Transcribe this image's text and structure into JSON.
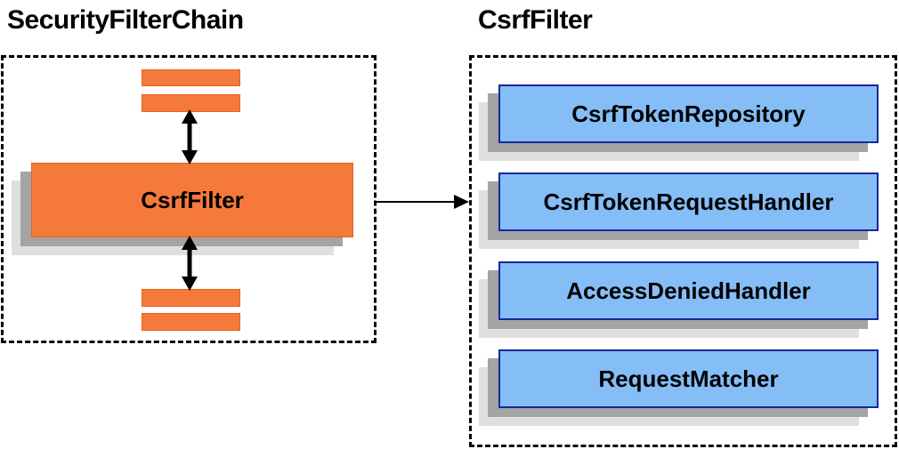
{
  "colors": {
    "background": "#FFFFFF",
    "orange_fill": "#F4793B",
    "orange_border": "#E2631D",
    "blue_fill": "#85BEF7",
    "blue_border": "#16289E",
    "shadow_dark": "#A4A4A4",
    "shadow_light": "#DFDFDF",
    "arrow_black": "#000000"
  },
  "left_panel": {
    "title": "SecurityFilterChain",
    "csrf_filter_label": "CsrfFilter"
  },
  "right_panel": {
    "title": "CsrfFilter",
    "components": [
      {
        "label": "CsrfTokenRepository"
      },
      {
        "label": "CsrfTokenRequestHandler"
      },
      {
        "label": "AccessDeniedHandler"
      },
      {
        "label": "RequestMatcher"
      }
    ]
  }
}
